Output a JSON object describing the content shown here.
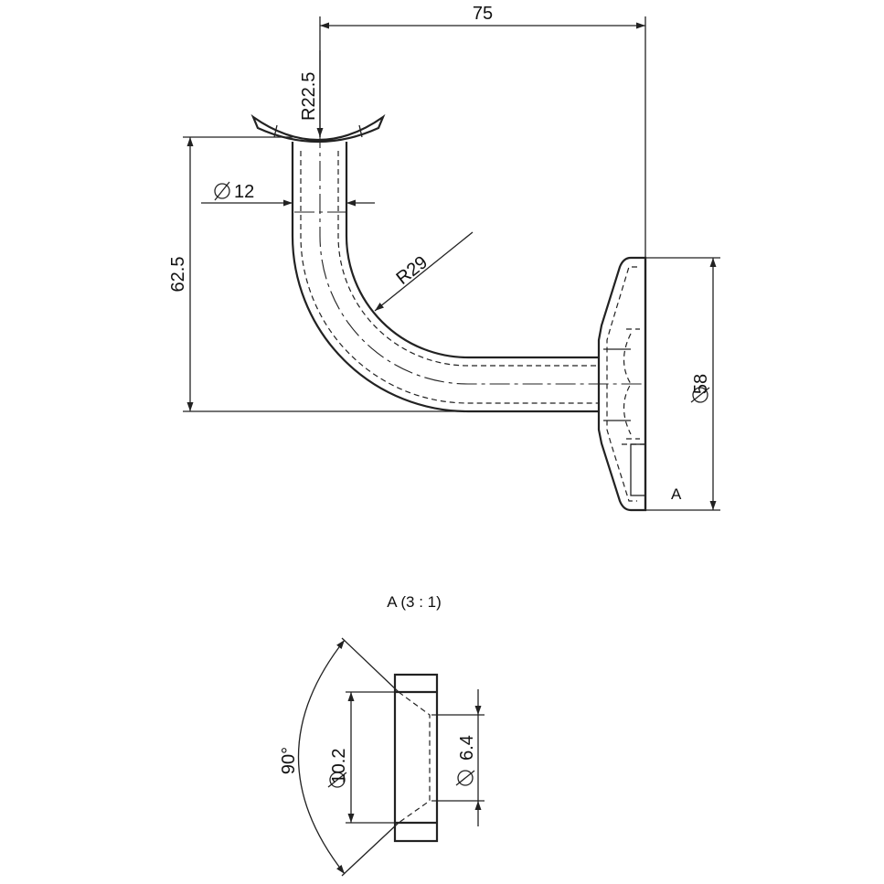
{
  "dimensions": {
    "width_total": "75",
    "saddle_radius": "R22.5",
    "tube_diameter": "12",
    "bend_radius": "R29",
    "height": "62.5",
    "flange_diameter": "58"
  },
  "view_label": "A",
  "detail": {
    "title": "A (3 : 1)",
    "angle": "90°",
    "outer_diameter": "10.2",
    "inner_diameter": "6.4"
  },
  "colors": {
    "line": "#222222",
    "background": "#ffffff"
  }
}
